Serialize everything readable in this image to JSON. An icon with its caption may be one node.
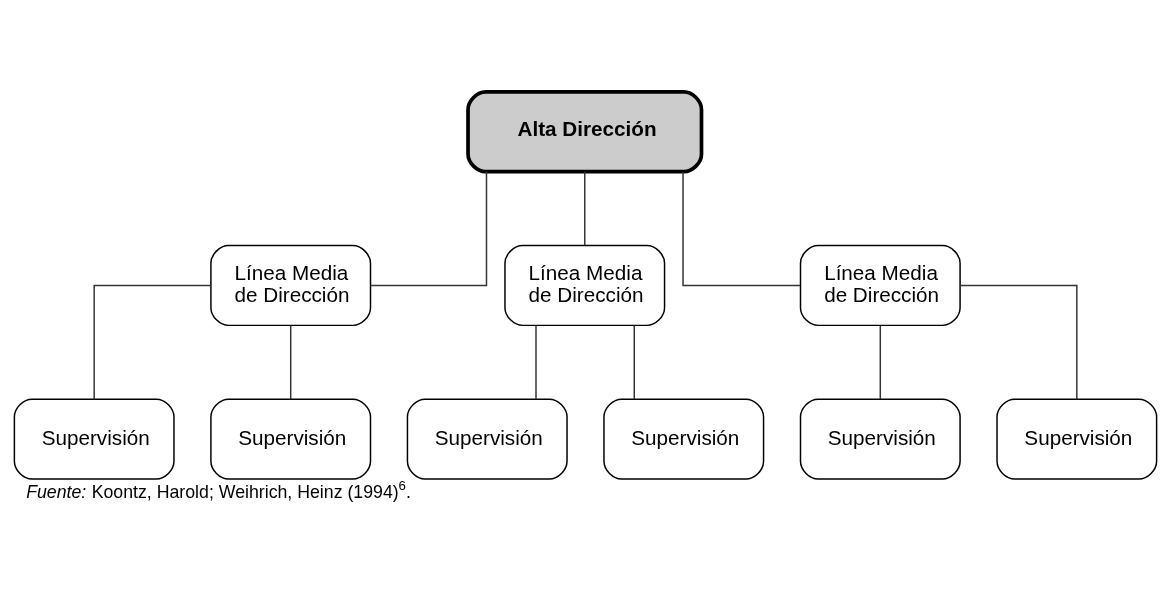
{
  "diagram": {
    "caption": "*Fuente:* Koontz, Harold; Weihrich, Heinz (1994)$^{6}$.",
    "nodes": [
      {
        "text": [
          "Alta Dirección"
        ]
      },
      {
        "text": [
          "Línea Media de Dirección"
        ]
      },
      {
        "text": [
          "Línea Media de Dirección"
        ]
      },
      {
        "text": [
          "Línea Media de Dirección"
        ]
      },
      {
        "text": [
          "Supervisión"
        ]
      },
      {
        "text": [
          "Supervisión"
        ]
      },
      {
        "text": [
          "Supervisión"
        ]
      },
      {
        "text": [
          "Supervisión"
        ]
      },
      {
        "text": [
          "Supervisión"
        ]
      },
      {
        "text": [
          "Supervisión"
        ]
      }
    ],
    "edges": [
      {
        "from": 0,
        "to": 1,
        "arrow": "none"
      },
      {
        "from": 0,
        "to": 2,
        "arrow": "none"
      },
      {
        "from": 0,
        "to": 3,
        "arrow": "none"
      },
      {
        "from": 1,
        "to": 4,
        "arrow": "none"
      },
      {
        "from": 1,
        "to": 5,
        "arrow": "none"
      },
      {
        "from": 2,
        "to": 6,
        "arrow": "none"
      },
      {
        "from": 2,
        "to": 7,
        "arrow": "none"
      },
      {
        "from": 3,
        "to": 8,
        "arrow": "none"
      },
      {
        "from": 3,
        "to": 9,
        "arrow": "none"
      }
    ]
  }
}
